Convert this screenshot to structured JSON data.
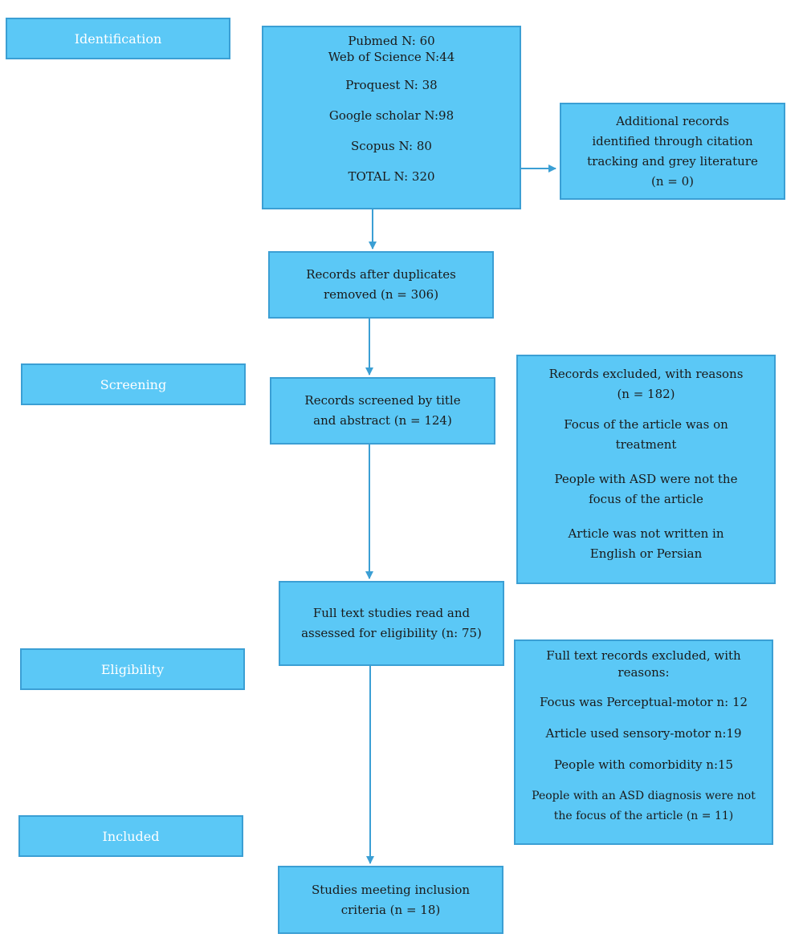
{
  "stages": {
    "identification": "Identification",
    "screening": "Screening",
    "eligibility": "Eligibility",
    "included": "Included"
  },
  "sources": {
    "pubmed": "Pubmed N: 60",
    "wos": "Web of Science N:44",
    "proquest": "Proquest N: 38",
    "scholar": "Google scholar N:98",
    "scopus": "Scopus N: 80",
    "total": "TOTAL N: 320"
  },
  "additional": {
    "line1": "Additional records",
    "line2": "identified through citation",
    "line3": "tracking and grey literature",
    "line4": "(n = 0)"
  },
  "duplicates": {
    "line1": "Records after duplicates",
    "line2": "removed (n = 306)"
  },
  "screened": {
    "line1": "Records screened by title",
    "line2": "and abstract (n = 124)"
  },
  "excluded": {
    "header1": "Records excluded, with reasons",
    "header2": "(n = 182)",
    "r1a": "Focus of the article was on",
    "r1b": "treatment",
    "r2a": "People with ASD were not the",
    "r2b": "focus of the article",
    "r3a": "Article was not written in",
    "r3b": "English or Persian"
  },
  "fulltext": {
    "line1": "Full text studies read and",
    "line2": "assessed for eligibility (n: 75)"
  },
  "fulltext_excluded": {
    "header1": "Full text records excluded, with",
    "header2": "reasons:",
    "r1": "Focus was Perceptual-motor n: 12",
    "r2": "Article used sensory-motor n:19",
    "r3": "People with comorbidity n:15",
    "r4a": "People with an ASD diagnosis were not",
    "r4b": "the focus of the article (n = 11)"
  },
  "included_box": {
    "line1": "Studies meeting inclusion",
    "line2": "criteria (n = 18)"
  }
}
